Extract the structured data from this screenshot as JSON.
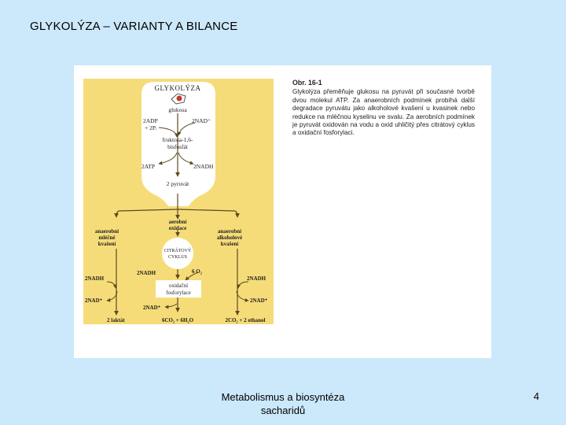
{
  "slide": {
    "title": "GLYKOLÝZA – VARIANTY A BILANCE",
    "footer_lines": [
      "Metabolismus a biosyntéza",
      "sacharidů"
    ],
    "page_number": "4"
  },
  "figure": {
    "caption_title": "Obr. 16-1",
    "caption_text": "Glykolýza přeměňuje glukosu na pyruvát při současné tvorbě dvou molekul ATP. Za anaerobních podmínek probíhá další degradace pyruvátu jako alkoholové kvašení u kvasinek nebo redukce na mléčnou kyselinu ve svalu. Za aerobních podmínek je pyruvát oxidován na vodu a oxid uhličitý přes citrátový cyklus a oxidační fosforylaci.",
    "labels": {
      "glycolysis": "GLYKOLÝZA",
      "glucose": "glukosa",
      "adp_in_1": "2ADP",
      "adp_in_2": "+ 2Pᵢ",
      "nad_in": "2NAD⁺",
      "fbp_1": "fruktosa-1,6-",
      "fbp_2": "bisfosfát",
      "atp_out": "2ATP",
      "nadh_out": "2NADH",
      "pyruvate": "2 pyruvát",
      "lactic_1": "anaerobní",
      "lactic_2": "mléčné",
      "lactic_3": "kvašení",
      "aerobic_1": "aerobní",
      "aerobic_2": "oxidace",
      "alcohol_1": "anaerobní",
      "alcohol_2": "alkoholové",
      "alcohol_3": "kvašení",
      "tca_1": "CITRÁTOVÝ",
      "tca_2": "CYKLUS",
      "center_nadh": "2NADH",
      "o2": "6 O₂",
      "oxphos_1": "oxidační",
      "oxphos_2": "fosforylace",
      "center_nad": "2NAD⁺",
      "left_nadh": "2NADH",
      "left_nad": "2NAD⁺",
      "lactate": "2 laktát",
      "right_nadh": "2NADH",
      "right_nad": "2NAD⁺",
      "co2_water": "6CO₂ + 6H₂O",
      "ethanol": "2CO₂ + 2 ethanol"
    }
  },
  "colors": {
    "background": "#cce8fb",
    "figure_panel": "#f6dc78",
    "arrow": "#5a4a20"
  }
}
